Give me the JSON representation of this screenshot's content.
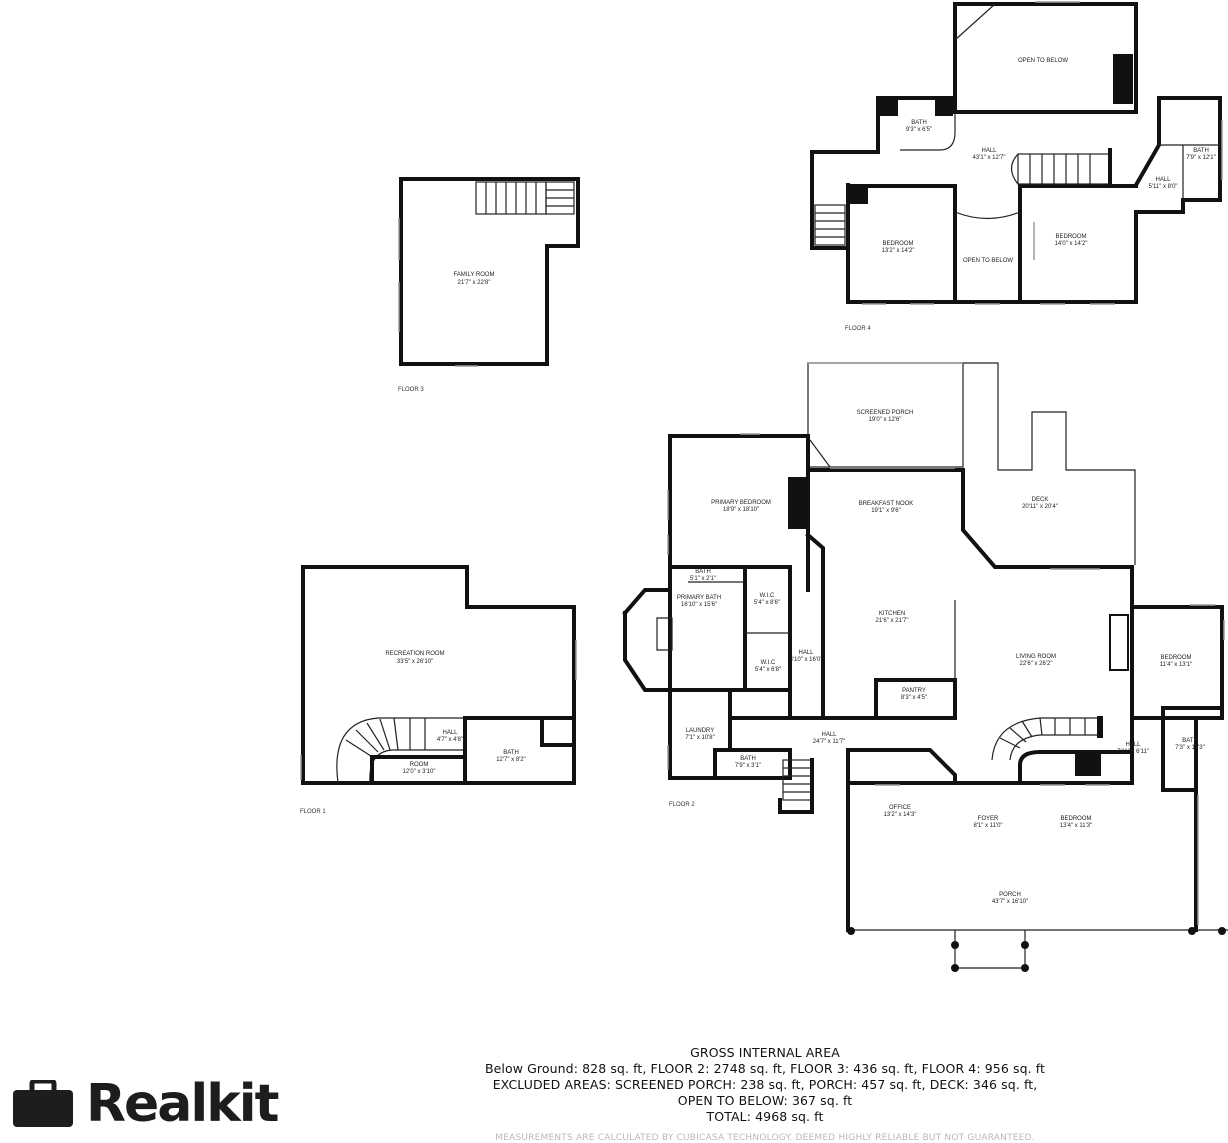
{
  "floors": [
    {
      "id": "floor1",
      "label": "FLOOR 1"
    },
    {
      "id": "floor2",
      "label": "FLOOR 2"
    },
    {
      "id": "floor3",
      "label": "FLOOR 3"
    },
    {
      "id": "floor4",
      "label": "FLOOR 4"
    }
  ],
  "rooms": {
    "f1_recreation": {
      "name": "RECREATION ROOM",
      "dim": "33'5\" x 26'10\""
    },
    "f1_hall": {
      "name": "HALL",
      "dim": "4'7\" x 4'8\""
    },
    "f1_room": {
      "name": "ROOM",
      "dim": "12'0\" x 3'10\""
    },
    "f1_bath": {
      "name": "BATH",
      "dim": "12'7\" x 8'2\""
    },
    "f3_family": {
      "name": "FAMILY ROOM",
      "dim": "21'7\" x 22'8\""
    },
    "f4_open_top": {
      "name": "OPEN TO BELOW",
      "dim": ""
    },
    "f4_bath1": {
      "name": "BATH",
      "dim": "9'3\" x 6'5\""
    },
    "f4_hall1": {
      "name": "HALL",
      "dim": "43'1\" x 12'7\""
    },
    "f4_bath2": {
      "name": "BATH",
      "dim": "7'9\" x 12'1\""
    },
    "f4_hall2": {
      "name": "HALL",
      "dim": "5'11\" x 8'0\""
    },
    "f4_bedroom1": {
      "name": "BEDROOM",
      "dim": "13'2\" x 14'2\""
    },
    "f4_open_mid": {
      "name": "OPEN TO BELOW",
      "dim": ""
    },
    "f4_bedroom2": {
      "name": "BEDROOM",
      "dim": "14'0\" x 14'2\""
    },
    "f2_screened": {
      "name": "SCREENED PORCH",
      "dim": "19'0\" x 12'6\""
    },
    "f2_primary_bed": {
      "name": "PRIMARY BEDROOM",
      "dim": "18'9\" x 18'10\""
    },
    "f2_breakfast": {
      "name": "BREAKFAST NOOK",
      "dim": "19'1\" x 9'6\""
    },
    "f2_deck": {
      "name": "DECK",
      "dim": "20'11\" x 20'4\""
    },
    "f2_bath_small": {
      "name": "BATH",
      "dim": "5'1\" x 2'1\""
    },
    "f2_primary_bath": {
      "name": "PRIMARY BATH",
      "dim": "16'10\" x 15'6\""
    },
    "f2_wic1": {
      "name": "W.I.C",
      "dim": "5'4\" x 8'6\""
    },
    "f2_kitchen": {
      "name": "KITCHEN",
      "dim": "21'6\" x 21'7\""
    },
    "f2_hall_v": {
      "name": "HALL",
      "dim": "3'10\" x 16'0\""
    },
    "f2_wic2": {
      "name": "W.I.C",
      "dim": "5'4\" x 6'8\""
    },
    "f2_living": {
      "name": "LIVING ROOM",
      "dim": "22'6\" x 26'2\""
    },
    "f2_bedroom_r": {
      "name": "BEDROOM",
      "dim": "11'4\" x 13'1\""
    },
    "f2_pantry": {
      "name": "PANTRY",
      "dim": "8'3\" x 4'5\""
    },
    "f2_laundry": {
      "name": "LAUNDRY",
      "dim": "7'1\" x 10'8\""
    },
    "f2_hall_main": {
      "name": "HALL",
      "dim": "24'7\" x 11'7\""
    },
    "f2_bath_r": {
      "name": "BATH",
      "dim": "7'3\" x 10'3\""
    },
    "f2_hall_r": {
      "name": "HALL",
      "dim": "7'11\" x 6'11\""
    },
    "f2_bath_laundry": {
      "name": "BATH",
      "dim": "7'9\" x 3'1\""
    },
    "f2_office": {
      "name": "OFFICE",
      "dim": "13'2\" x 14'3\""
    },
    "f2_foyer": {
      "name": "FOYER",
      "dim": "8'1\" x 11'0\""
    },
    "f2_bedroom_b": {
      "name": "BEDROOM",
      "dim": "13'4\" x 11'3\""
    },
    "f2_porch": {
      "name": "PORCH",
      "dim": "43'7\" x 16'10\""
    }
  },
  "summary": {
    "title": "GROSS INTERNAL AREA",
    "line1": "Below Ground: 828 sq. ft, FLOOR 2: 2748 sq. ft, FLOOR 3: 436 sq. ft, FLOOR 4: 956 sq. ft",
    "line2": "EXCLUDED AREAS: SCREENED PORCH: 238 sq. ft, PORCH: 457 sq. ft, DECK: 346 sq. ft,",
    "line3": "OPEN TO BELOW: 367 sq. ft",
    "line4": "TOTAL: 4968 sq. ft",
    "disclaimer": "MEASUREMENTS ARE CALCULATED BY CUBICASA TECHNOLOGY. DEEMED HIGHLY RELIABLE BUT NOT GUARANTEED."
  },
  "brand": {
    "name": "Realkit",
    "logo_icon": "briefcase-icon"
  }
}
